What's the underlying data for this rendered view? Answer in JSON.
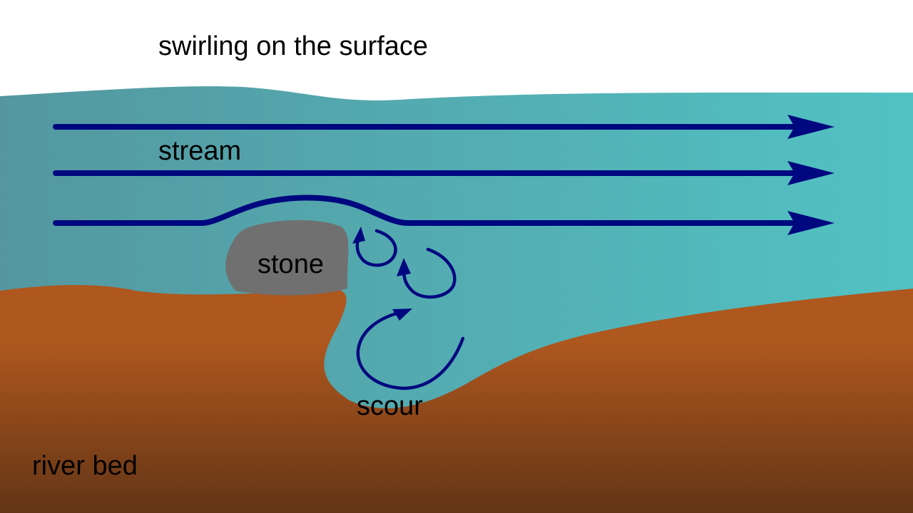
{
  "labels": {
    "surface": "swirling on the surface",
    "stream": "stream",
    "stone": "stone",
    "scour": "scour",
    "river_bed": "river bed"
  },
  "colors": {
    "background": "#ffffff",
    "water_left": "#5497a0",
    "water_right": "#52c2c3",
    "bed_top": "#ae571e",
    "bed_bottom": "#633516",
    "stone": "#707070",
    "arrow": "#00087f",
    "text": "#000000"
  },
  "icons": {
    "flow": "arrow-right-icon",
    "eddy": "curved-arrow-icon"
  }
}
